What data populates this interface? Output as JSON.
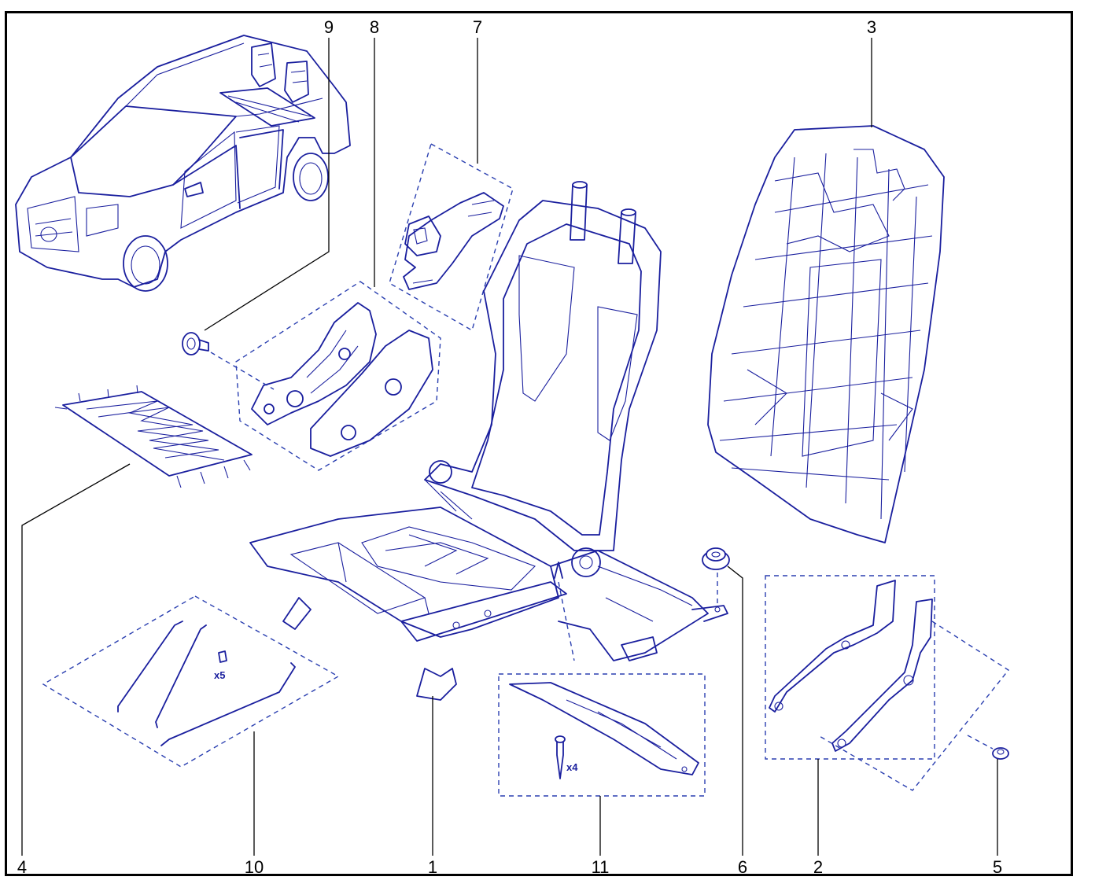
{
  "colors": {
    "line": "#1a1f9e",
    "frame": "#000000",
    "background": "#ffffff"
  },
  "callouts": {
    "c1": "1",
    "c2": "2",
    "c3": "3",
    "c4": "4",
    "c5": "5",
    "c6": "6",
    "c7": "7",
    "c8": "8",
    "c9": "9",
    "c10": "10",
    "c11": "11"
  },
  "quantities": {
    "clips": "x5",
    "rivets": "x4"
  }
}
